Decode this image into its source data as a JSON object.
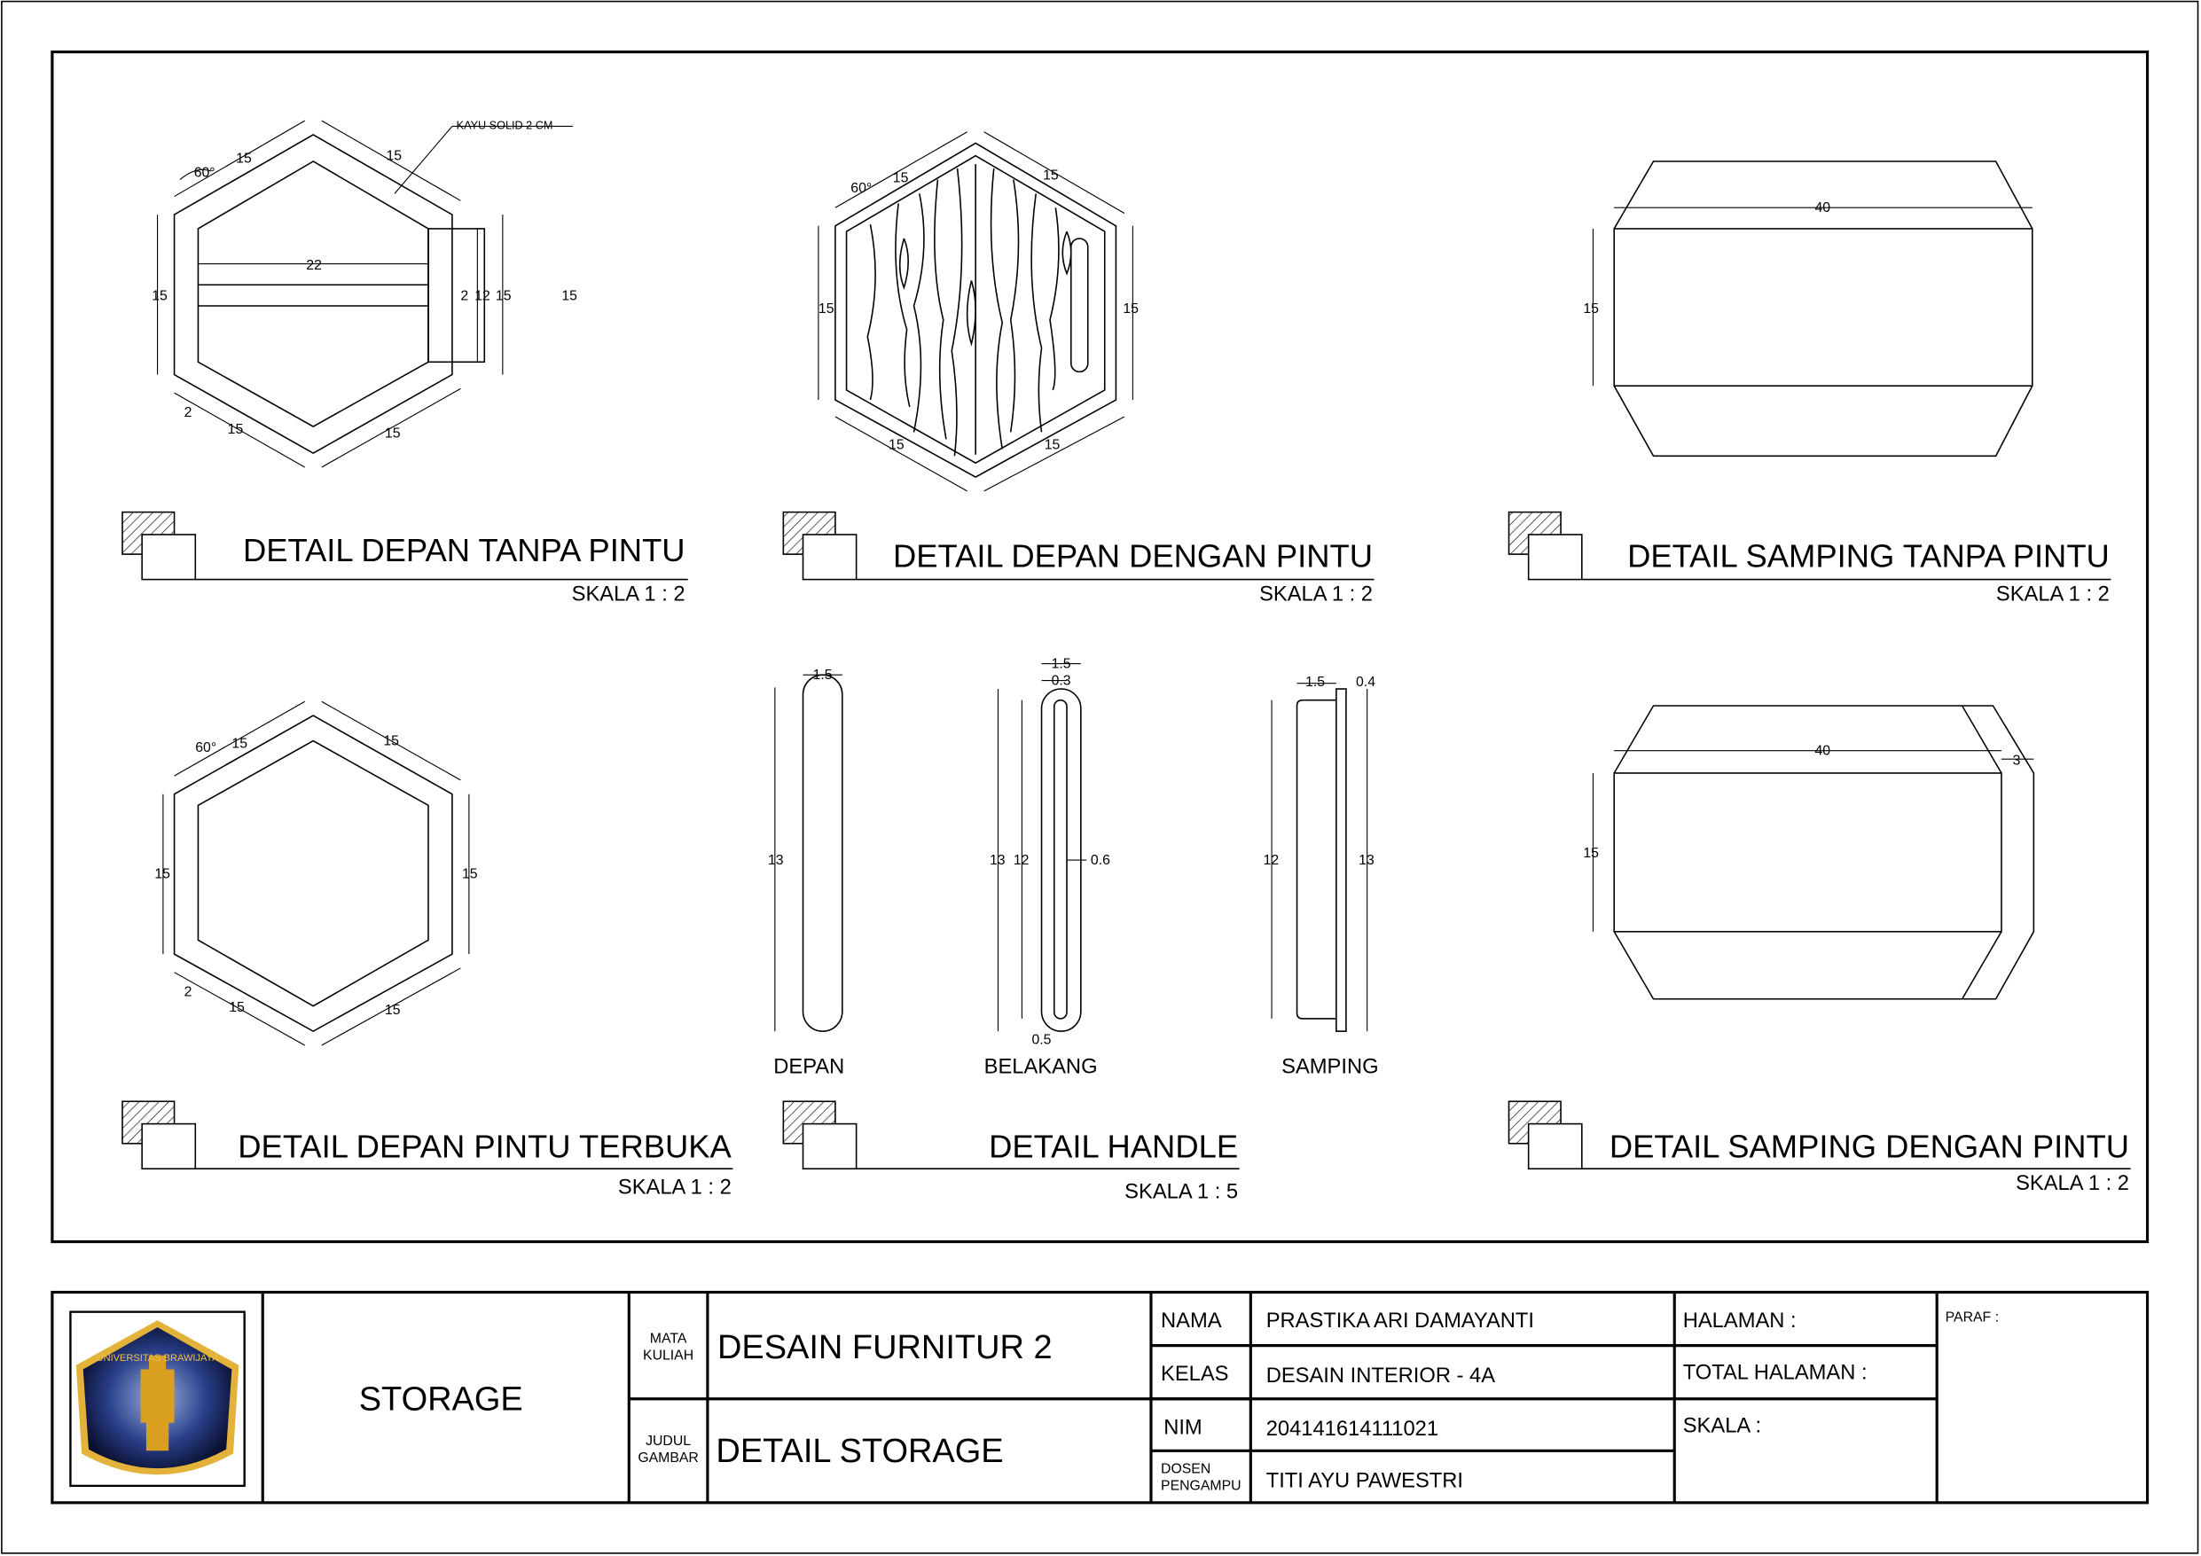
{
  "drawings": {
    "front_no_door": {
      "title": "DETAIL DEPAN TANPA PINTU",
      "scale": "SKALA 1 : 2",
      "note": "KAYU SOLID 2 CM",
      "dims": [
        "15",
        "15",
        "15",
        "15",
        "15",
        "15",
        "60°",
        "22",
        "2",
        "12",
        "15",
        "2"
      ]
    },
    "front_with_door": {
      "title": "DETAIL DEPAN DENGAN PINTU",
      "scale": "SKALA 1 : 2",
      "dims": [
        "15",
        "15",
        "15",
        "15",
        "15",
        "15",
        "60°"
      ]
    },
    "side_no_door": {
      "title": "DETAIL SAMPING TANPA PINTU",
      "scale": "SKALA 1 : 2",
      "dims": [
        "40",
        "15"
      ]
    },
    "front_door_open": {
      "title": "DETAIL DEPAN PINTU TERBUKA",
      "scale": "SKALA 1 : 2",
      "dims": [
        "15",
        "15",
        "15",
        "15",
        "15",
        "15",
        "60°",
        "2"
      ]
    },
    "handle": {
      "title": "DETAIL HANDLE",
      "scale": "SKALA 1 : 5",
      "views": [
        {
          "label": "DEPAN",
          "dims": [
            "1.5",
            "13"
          ]
        },
        {
          "label": "BELAKANG",
          "dims": [
            "1.5",
            "0.3",
            "13",
            "12",
            "0.6",
            "0.5"
          ]
        },
        {
          "label": "SAMPING",
          "dims": [
            "1.5",
            "0.4",
            "12",
            "13"
          ]
        }
      ]
    },
    "side_with_door": {
      "title": "DETAIL SAMPING DENGAN PINTU",
      "scale": "SKALA 1 : 2",
      "dims": [
        "40",
        "3",
        "15"
      ]
    }
  },
  "title_block": {
    "logo_text": "UNIVERSITAS BRAWIJAYA",
    "project": "STORAGE",
    "mata_kuliah_label": [
      "MATA",
      "KULIAH"
    ],
    "mata_kuliah": "DESAIN FURNITUR 2",
    "judul_label": [
      "JUDUL",
      "GAMBAR"
    ],
    "judul": "DETAIL STORAGE",
    "nama_label": "NAMA",
    "nama": "PRASTIKA ARI DAMAYANTI",
    "kelas_label": "KELAS",
    "kelas": "DESAIN INTERIOR - 4A",
    "nim_label": "NIM",
    "nim": "204141614111021",
    "dosen_label": [
      "DOSEN",
      "PENGAMPU"
    ],
    "dosen": "TITI AYU PAWESTRI",
    "halaman_label": "HALAMAN :",
    "total_label": "TOTAL HALAMAN :",
    "skala_label": "SKALA :",
    "paraf_label": "PARAF :"
  }
}
